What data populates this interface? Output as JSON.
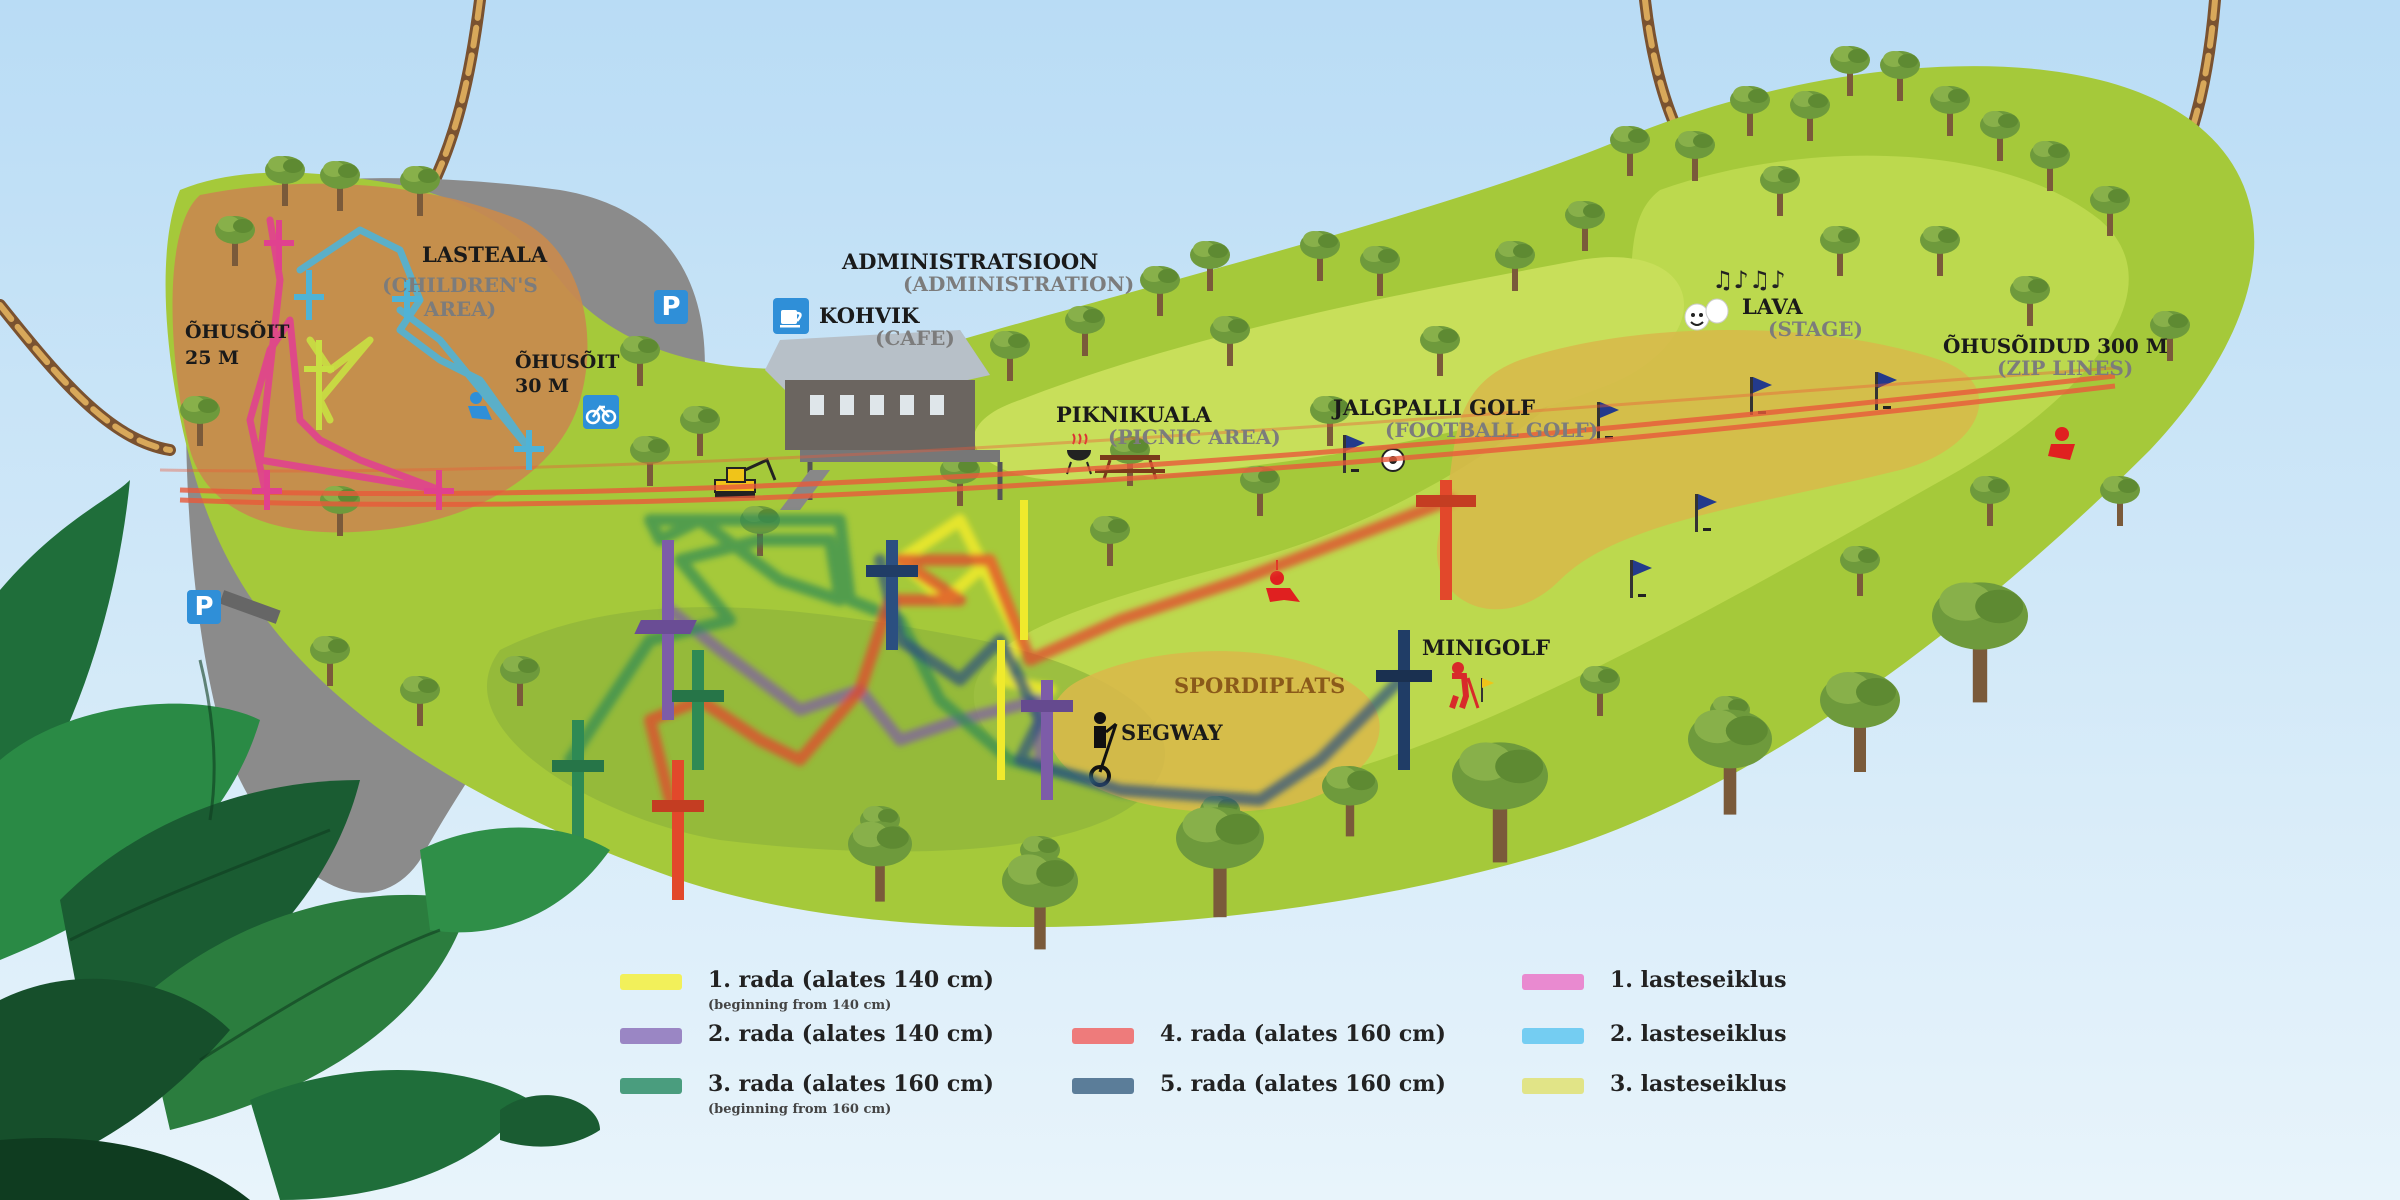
{
  "places": {
    "lasteala": {
      "label": "LASTEALA",
      "sub": "(CHILDREN'S",
      "sub2": "AREA)"
    },
    "ohusoit25": {
      "label": "ÕHUSÕIT",
      "sub": "25 M"
    },
    "ohusoit30": {
      "label": "ÕHUSÕIT",
      "sub": "30 M"
    },
    "administratsioon": {
      "label": "ADMINISTRATSIOON",
      "sub": "(ADMINISTRATION)"
    },
    "kohvik": {
      "label": "KOHVIK",
      "sub": "(CAFE)"
    },
    "piknikuala": {
      "label": "PIKNIKUALA",
      "sub": "(PICNIC AREA)"
    },
    "jalgpalli": {
      "label": "JALGPALLI GOLF",
      "sub": "(FOOTBALL GOLF)"
    },
    "lava": {
      "label": "LAVA",
      "sub": "(STAGE)"
    },
    "ohusoidud": {
      "label": "ÕHUSÕIDUD 300 M",
      "sub": "(ZIP LINES)"
    },
    "minigolf": {
      "label": "MINIGOLF"
    },
    "spordiplats": {
      "label": "SPORDIPLATS"
    },
    "segway": {
      "label": "SEGWAY"
    }
  },
  "parking": {
    "label": "P"
  },
  "colors": {
    "sky": "#cfe6f6",
    "land": "#a5c93a",
    "land_light": "#c3dd55",
    "land_dark": "#8fb43b",
    "children_area": "#c88a4e",
    "gray_area": "#8d8d8d",
    "sand": "#d8b94a",
    "trail1": "#f0ea2c",
    "trail2": "#7d5ca8",
    "trail3": "#2e8a54",
    "trail4": "#e2482b",
    "trail5": "#2b4f80",
    "kids1": "#e0418f",
    "kids2": "#4fb3d6",
    "kids3": "#c8e043",
    "zip": "#e95a3a"
  },
  "legend": [
    {
      "label": "1. rada (alates 140 cm)",
      "sub": "(beginning from 140 cm)",
      "color": "#f2f05a"
    },
    {
      "label": "2. rada (alates 140 cm)",
      "color": "#9a86c4"
    },
    {
      "label": "3. rada (alates 160 cm)",
      "sub": "(beginning from 160 cm)",
      "color": "#4a9d7e"
    },
    {
      "label": "4. rada (alates 160 cm)",
      "color": "#ee7b7b"
    },
    {
      "label": "5. rada (alates 160 cm)",
      "color": "#5b7d99"
    },
    {
      "label": "1. lasteseiklus",
      "color": "#e98ad0"
    },
    {
      "label": "2. lasteseiklus",
      "color": "#74cdf2"
    },
    {
      "label": "3. lasteseiklus",
      "color": "#e1e487"
    }
  ]
}
